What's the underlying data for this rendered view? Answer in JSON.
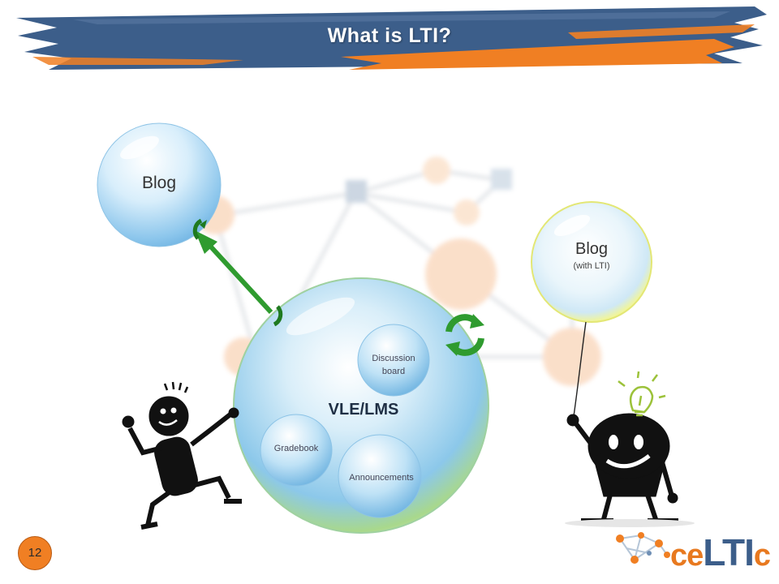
{
  "slide": {
    "title": "What is LTI?",
    "page_number": "12"
  },
  "bubbles": {
    "blog_left": "Blog",
    "blog_right": "Blog",
    "blog_right_sub": "(with LTI)",
    "vle": "VLE/LMS",
    "discussion": [
      "Discussion",
      "board"
    ],
    "gradebook": "Gradebook",
    "announcements": "Announcements"
  },
  "logo": {
    "ce": "ce",
    "lti": "LTI",
    "c": "c"
  },
  "colors": {
    "banner_blue": "#3c5e8a",
    "banner_orange": "#f07f23",
    "arrow_green": "#2f9b2f",
    "bubble_blue": "#9fd0ef",
    "bubble_yellow": "#f2f59a"
  }
}
